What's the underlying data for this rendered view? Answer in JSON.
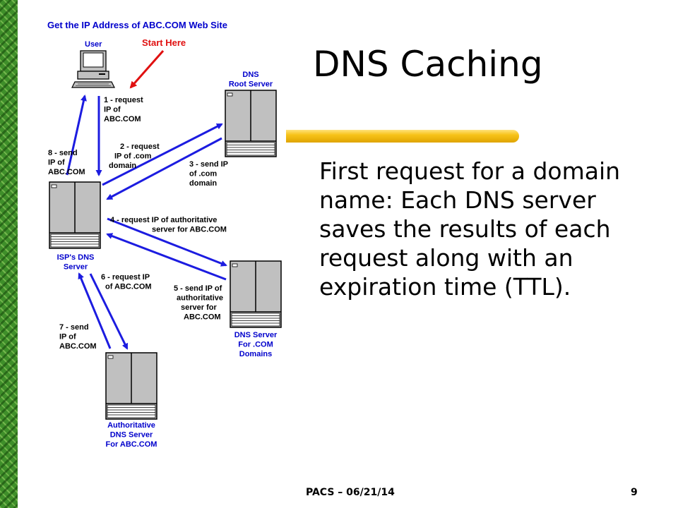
{
  "slide": {
    "title": "DNS Caching",
    "body": "First request for a domain name:  Each DNS server saves the results of each request along with an expiration time (TTL).",
    "footer": "PACS – 06/21/14",
    "page_number": "9"
  },
  "diagram": {
    "heading": "Get the IP Address of ABC.COM Web Site",
    "start_label": "Start Here",
    "nodes": {
      "user": [
        "User"
      ],
      "root": [
        "DNS",
        "Root Server"
      ],
      "isp": [
        "ISP's DNS",
        "Server"
      ],
      "com": [
        "DNS Server",
        "For .COM",
        "Domains"
      ],
      "auth": [
        "Authoritative",
        "DNS Server",
        "For ABC.COM"
      ]
    },
    "steps": {
      "s1": [
        "1 - request",
        "IP of",
        "ABC.COM"
      ],
      "s2": [
        "2 - request",
        "IP of .com",
        "domain"
      ],
      "s3": [
        "3 - send IP",
        "of .com",
        "domain"
      ],
      "s4": [
        "4 - request IP of authoritative",
        "server for ABC.COM"
      ],
      "s5": [
        "5 - send IP of",
        "authoritative",
        "server for",
        "ABC.COM"
      ],
      "s6": [
        "6 - request IP",
        "of ABC.COM"
      ],
      "s7": [
        "7 - send",
        "IP of",
        "ABC.COM"
      ],
      "s8": [
        "8 - send",
        "IP of",
        "ABC.COM"
      ]
    }
  },
  "colors": {
    "diagram_text": "#0000cc",
    "arrow": "#1c1ce0",
    "start_arrow": "#e01010",
    "title_bar": "#f7c319",
    "border": "#3f8f2a"
  }
}
